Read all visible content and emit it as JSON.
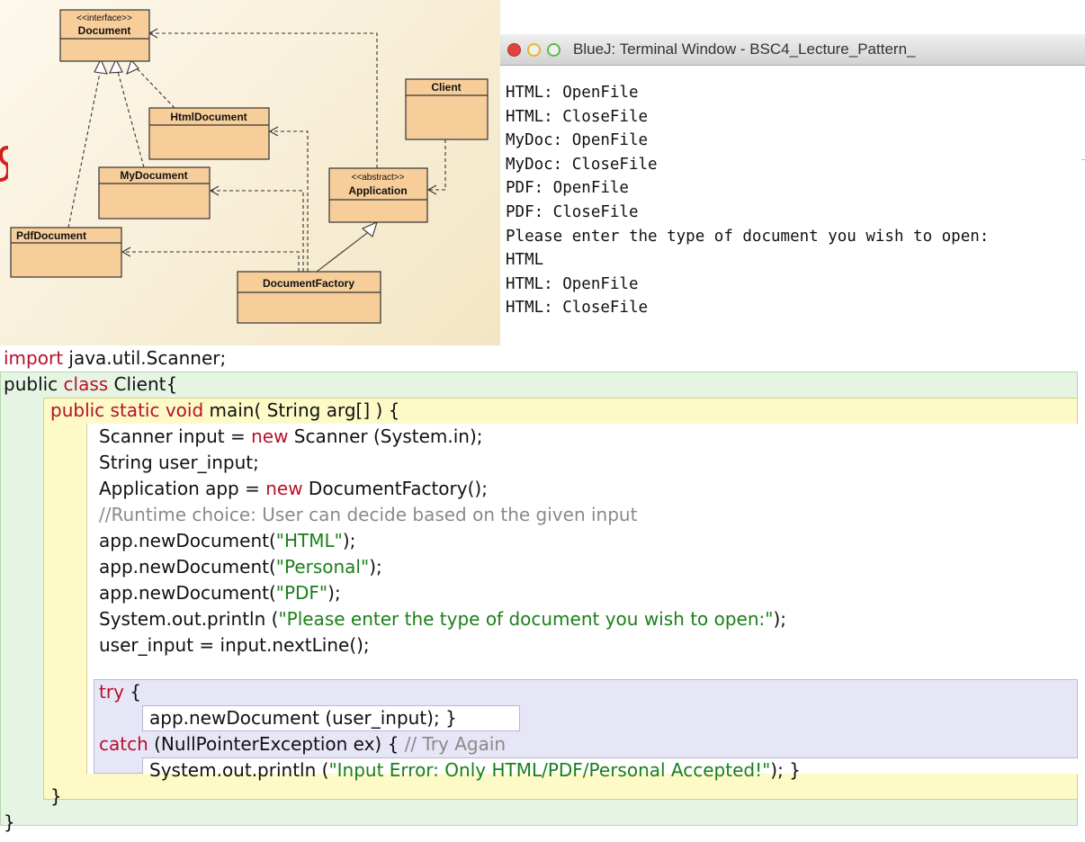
{
  "uml": {
    "classes": {
      "document_stereotype": "<<interface>>",
      "document": "Document",
      "html_document": "HtmlDocument",
      "my_document": "MyDocument",
      "pdf_document": "PdfDocument",
      "client": "Client",
      "application_stereotype": "<<abstract>>",
      "application": "Application",
      "document_factory": "DocumentFactory"
    }
  },
  "terminal": {
    "title": "BlueJ: Terminal Window - BSC4_Lecture_Pattern_",
    "lines": [
      "HTML: OpenFile",
      "HTML: CloseFile",
      "MyDoc: OpenFile",
      "MyDoc: CloseFile",
      "PDF: OpenFile",
      "PDF: CloseFile",
      "Please enter the type of document you wish to open:",
      "HTML",
      "HTML: OpenFile",
      "HTML: CloseFile"
    ]
  },
  "code": {
    "import_kw": "import",
    "import_rest": " java.util.Scanner;",
    "class_public": "public ",
    "class_kw": "class",
    "class_rest": " Client{",
    "method_public": "public",
    "method_static": "static",
    "method_void": "void",
    "method_rest": " main( String arg[] ) {",
    "l1_a": "Scanner input = ",
    "l1_new": "new",
    "l1_b": " Scanner (System.in);",
    "l2": "String user_input;",
    "l3_a": "Application app = ",
    "l3_new": "new",
    "l3_b": " DocumentFactory();",
    "l4_comment": "//Runtime choice: User can decide based on the given input",
    "l5_a": "app.newDocument(",
    "l5_str": "\"HTML\"",
    "l5_b": ");",
    "l6_a": "app.newDocument(",
    "l6_str": "\"Personal\"",
    "l6_b": ");",
    "l7_a": "app.newDocument(",
    "l7_str": "\"PDF\"",
    "l7_b": ");",
    "l8_a": "System.out.println (",
    "l8_str": "\"Please enter the type of document you wish to open:\"",
    "l8_b": ");",
    "l9": "user_input = input.nextLine();",
    "l10_kw": "try",
    "l10_rest": " {",
    "l11": "app.newDocument (user_input); }",
    "l12_kw": "catch",
    "l12_rest": " (NullPointerException ex) { ",
    "l12_comment": "// Try Again",
    "l13_a": "System.out.println (",
    "l13_str": "\"Input Error: Only HTML/PDF/Personal Accepted!\"",
    "l13_b": "); }",
    "close_method": "}",
    "close_class": "}"
  },
  "colors": {
    "keyword": "#b8102a",
    "string": "#1a7f1a",
    "comment": "#8a8a8a",
    "class_scope": "#e6f5e3",
    "method_scope": "#fdfac8",
    "try_scope": "#e6e6f6",
    "uml_class_fill": "#f7ce9a"
  }
}
